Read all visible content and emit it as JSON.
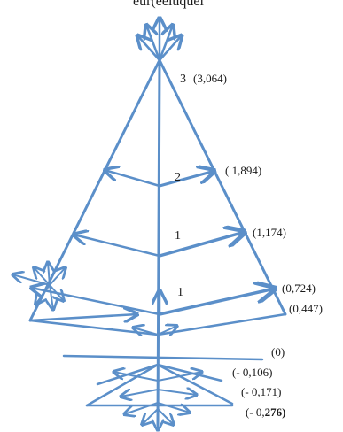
{
  "top_partial_text": "eur(éeluquél",
  "tree": {
    "apex": {
      "level": "3",
      "value": "(3,064)"
    },
    "tier2": {
      "level": "2",
      "value": "( 1,894)"
    },
    "tier1a": {
      "level": "1",
      "value": "(1,174)"
    },
    "tier1b": {
      "level": "1",
      "value": "(0,724)"
    },
    "base_value": "(0,447)",
    "zero": "(0)",
    "neg1": "(- 0,106)",
    "neg2": "(- 0,171)",
    "neg3_prefix": "(- 0,",
    "neg3_bold": "276)"
  }
}
